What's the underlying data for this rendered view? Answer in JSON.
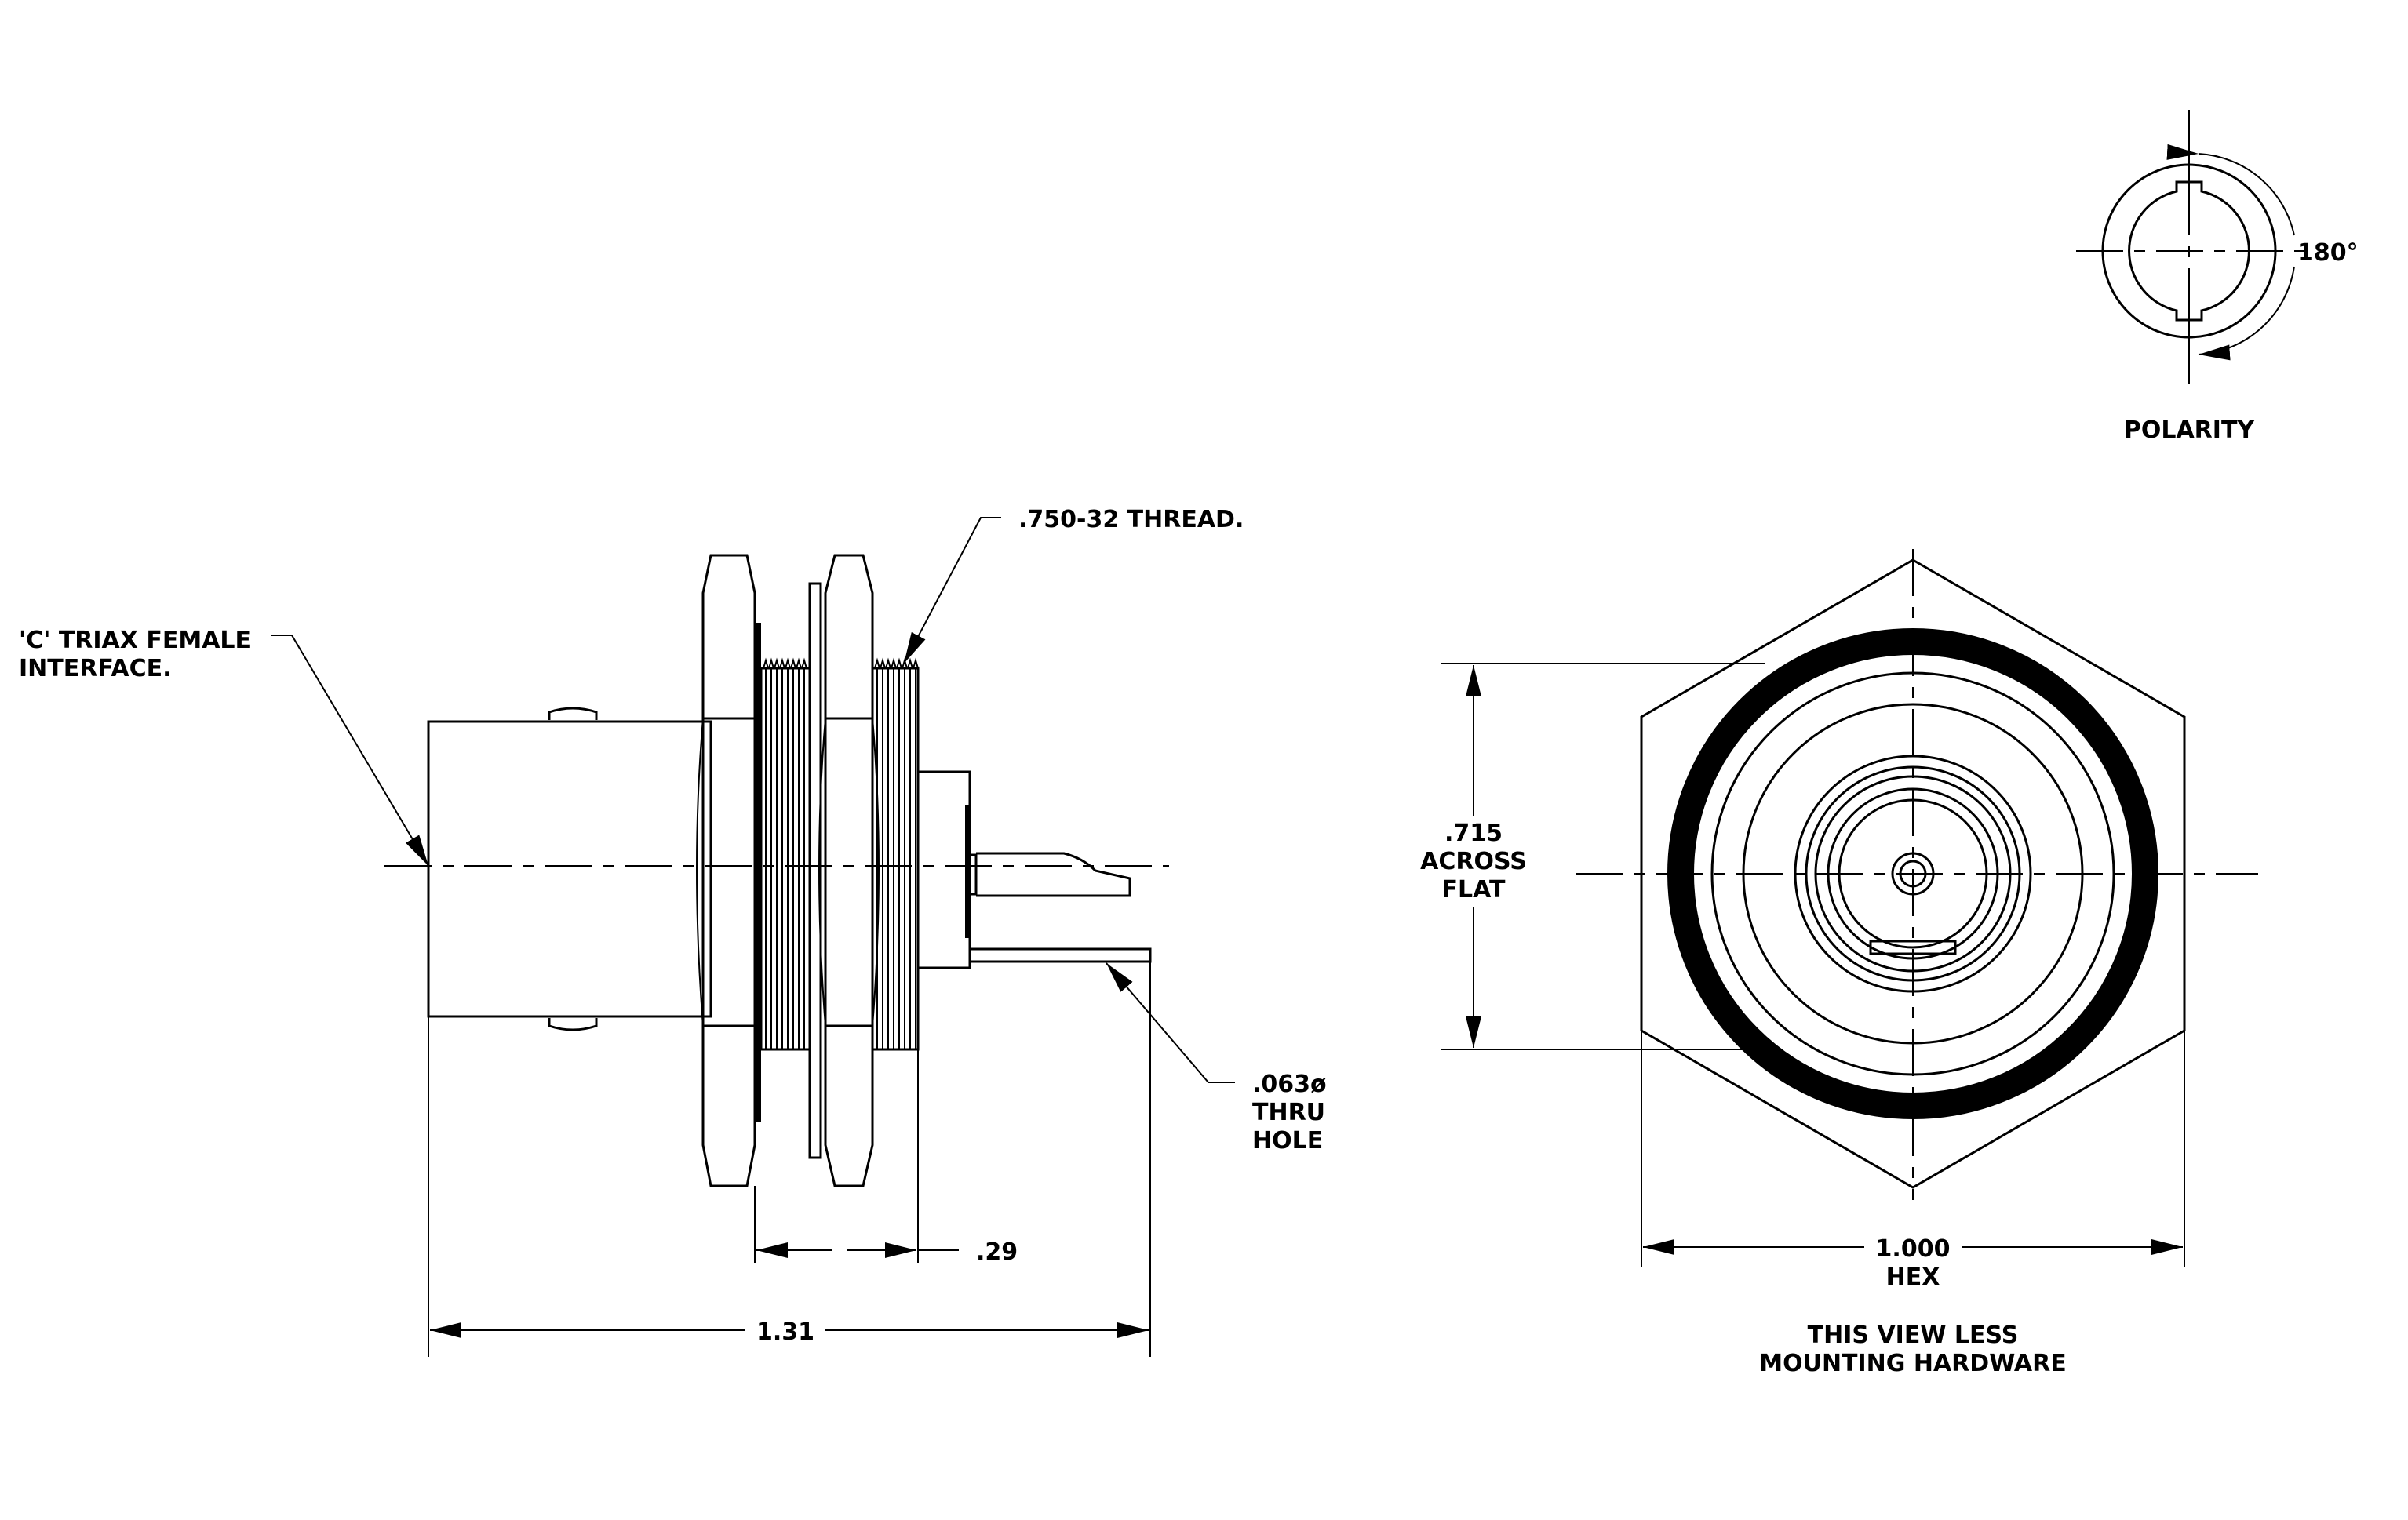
{
  "title": "",
  "colors": {
    "ink": "#000000",
    "paper": "#ffffff"
  },
  "side_view": {
    "interface_label": [
      "'C' TRIAX FEMALE",
      "INTERFACE."
    ],
    "thread_label": ".750-32 THREAD.",
    "hole_label": [
      ".063ø",
      "THRU",
      "HOLE"
    ],
    "dim_small": ".29",
    "dim_overall": "1.31"
  },
  "front_view": {
    "flat_label": [
      ".715",
      "ACROSS",
      "FLAT"
    ],
    "hex_label": [
      "1.000",
      "HEX"
    ],
    "note": [
      "THIS VIEW LESS",
      "MOUNTING HARDWARE"
    ]
  },
  "polarity_view": {
    "angle_label": "180°",
    "caption": "POLARITY"
  }
}
